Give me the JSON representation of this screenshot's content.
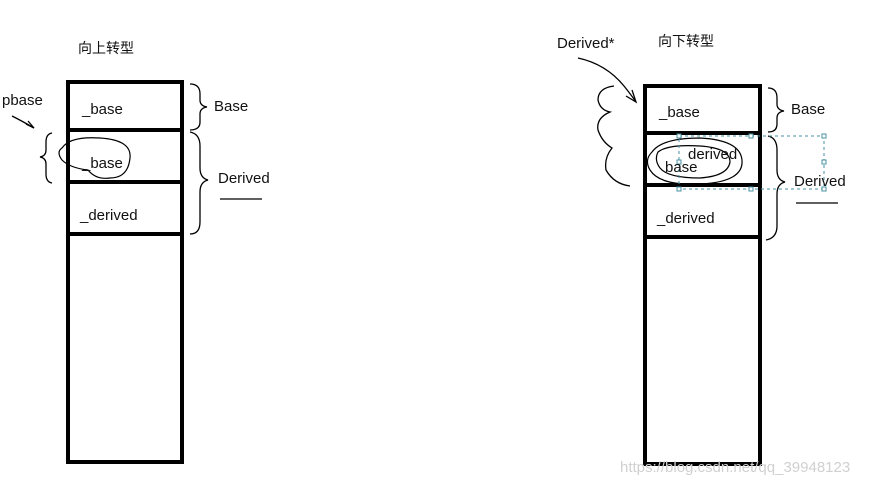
{
  "left": {
    "title": "向上转型",
    "pointer_label": "pbase",
    "cells": [
      "_base",
      "_base",
      "_derived"
    ],
    "brace_top_label": "Base",
    "brace_bottom_label": "Derived"
  },
  "right": {
    "title": "向下转型",
    "pointer_label": "Derived*",
    "cells": [
      "_base",
      "base",
      "_derived"
    ],
    "overlay_label": "derived",
    "brace_top_label": "Base",
    "brace_bottom_label": "Derived"
  },
  "watermark": "https://blog.csdn.net/qq_39948123",
  "colors": {
    "stroke": "#000000",
    "selection": "#4a90a4",
    "watermark": "#d0d0d0"
  }
}
